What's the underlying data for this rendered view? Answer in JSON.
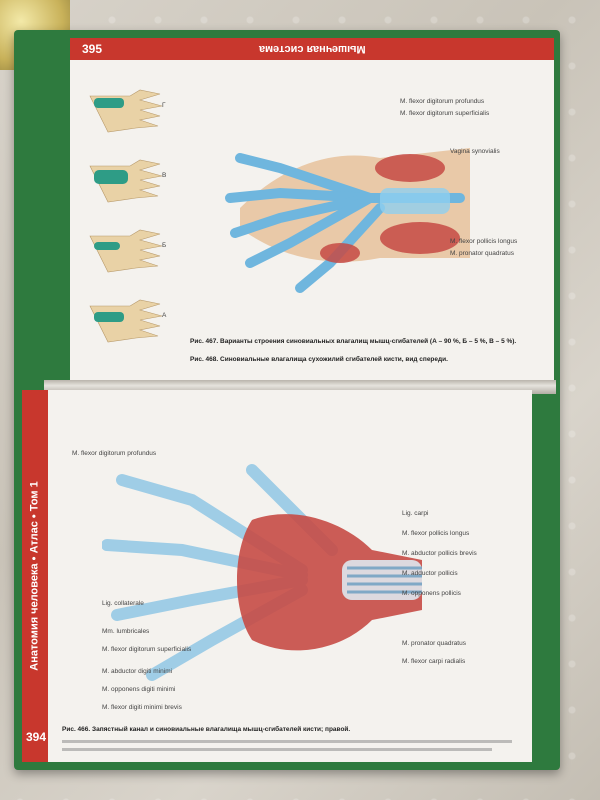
{
  "book": {
    "left_page": {
      "page_number": "394",
      "running_head": "Анатомия человека • Атлас • Том 1",
      "figure_caption": "Рис. 466. Запястный канал и синовиальные влагалища мышц-сгибателей кисти; правой.",
      "labels": [
        "M. flexor digitorum profundus",
        "Lig. collaterale",
        "Mm. lumbricales",
        "M. flexor digitorum superficialis",
        "M. abductor digiti minimi",
        "M. opponens digiti minimi",
        "M. flexor digiti minimi brevis",
        "Lig. carpi",
        "M. flexor pollicis longus",
        "M. abductor pollicis brevis",
        "M. adductor pollicis",
        "M. opponens pollicis",
        "M. pronator quadratus",
        "M. flexor carpi radialis"
      ]
    },
    "right_page": {
      "page_number": "395",
      "running_head": "Мышечная система",
      "figure_467_caption": "Рис. 467. Варианты строения синовиальных влагалищ мышц-сгибателей (А – 90 %, Б – 5 %, В – 5 %).",
      "figure_468_caption": "Рис. 468. Синовиальные влагалища сухожилий сгибателей кисти, вид спереди.",
      "variant_letters": [
        "А",
        "Б",
        "В",
        "Г"
      ],
      "labels": [
        "M. flexor digitorum profundus",
        "M. flexor digitorum superficialis",
        "M. pronator quadratus",
        "Vagina synovialis",
        "M. flexor pollicis longus"
      ]
    }
  },
  "colors": {
    "cover": "#2e7a3e",
    "header_red": "#c8372d",
    "muscle": "#c64b45",
    "sheath": "#6fb6de",
    "teal": "#2e9c86",
    "skin": "#e9d2a6"
  }
}
